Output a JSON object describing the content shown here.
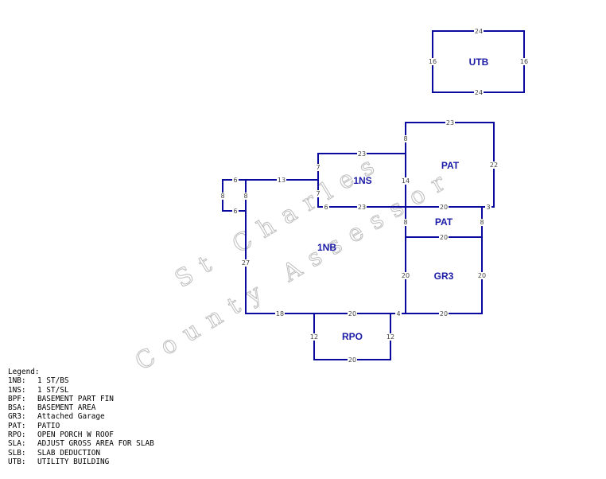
{
  "areas": {
    "utb": "UTB",
    "pat_upper": "PAT",
    "ins": "1NS",
    "pat_lower": "PAT",
    "inb": "1NB",
    "gr3": "GR3",
    "rpo": "RPO"
  },
  "dimensions": {
    "utb_top": "24",
    "utb_left": "16",
    "utb_right": "16",
    "utb_bottom": "24",
    "pat_top": "23",
    "pat_left_top": "8",
    "pat_left_mid": "14",
    "pat_right": "22",
    "pat_bottom": "20",
    "pat_corner_8": "8",
    "pat_corner_3": "3",
    "ins_top": "23",
    "ins_left_top": "7",
    "ins_left_bottom": "7",
    "ins_bottom": "23",
    "ins_corner_6": "6",
    "bump_top": "6",
    "bump_left": "8",
    "bump_right": "8",
    "bump_bottom": "6",
    "inb_top_left": "13",
    "inb_left": "27",
    "inb_bottom_left": "18",
    "inb_bottom_mid": "20",
    "inb_bottom_right": "4",
    "patl_bottom": "20",
    "patl_right": "8",
    "gr3_left": "20",
    "gr3_right": "20",
    "gr3_bottom": "20",
    "rpo_left": "12",
    "rpo_right": "12",
    "rpo_bottom": "20"
  },
  "watermark": {
    "line1": "St Charles",
    "line2": "County Assessor"
  },
  "legend": {
    "title": "Legend:",
    "items": [
      {
        "code": "1NB:",
        "desc": "1 ST/BS"
      },
      {
        "code": "1NS:",
        "desc": "1 ST/SL"
      },
      {
        "code": "BPF:",
        "desc": "BASEMENT PART FIN"
      },
      {
        "code": "BSA:",
        "desc": "BASEMENT AREA"
      },
      {
        "code": "GR3:",
        "desc": "Attached Garage"
      },
      {
        "code": "PAT:",
        "desc": "PATIO"
      },
      {
        "code": "RPO:",
        "desc": "OPEN PORCH W ROOF"
      },
      {
        "code": "SLA:",
        "desc": "ADJUST GROSS AREA FOR SLAB"
      },
      {
        "code": "SLB:",
        "desc": "SLAB DEDUCTION"
      },
      {
        "code": "UTB:",
        "desc": "UTILITY BUILDING"
      }
    ]
  }
}
